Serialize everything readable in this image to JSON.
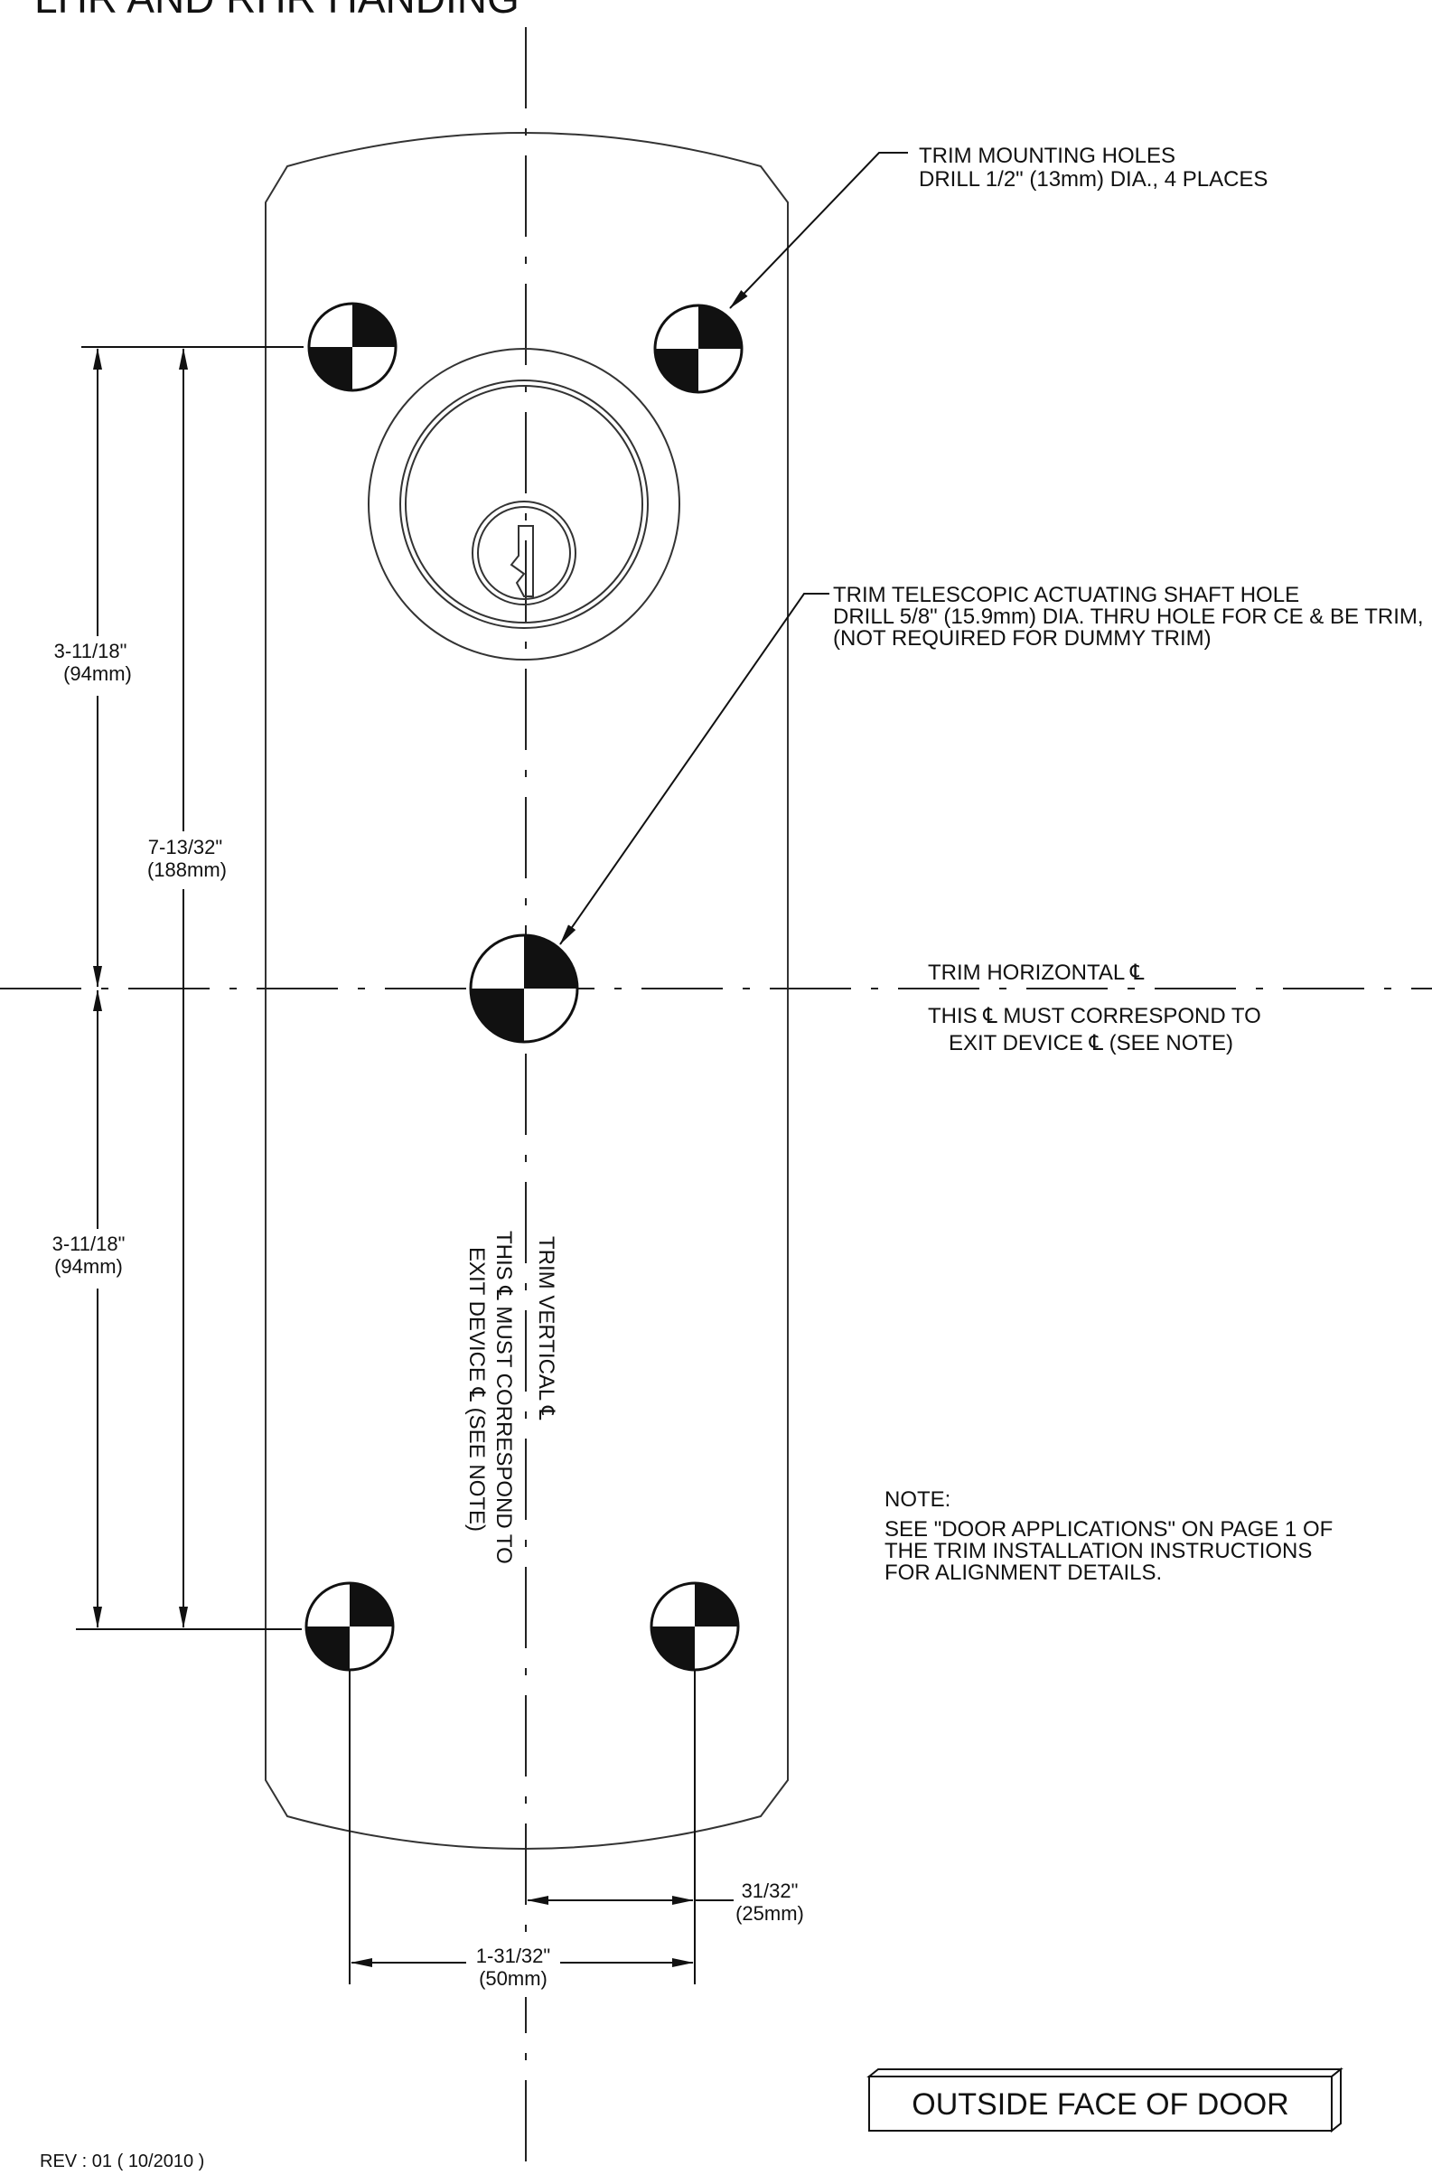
{
  "title": "LHR AND RHR HANDING",
  "callouts": {
    "mounting_holes": {
      "line1": "TRIM MOUNTING HOLES",
      "line2": "DRILL 1/2\" (13mm) DIA., 4 PLACES"
    },
    "shaft_hole": {
      "line1": "TRIM TELESCOPIC ACTUATING SHAFT HOLE",
      "line2": "DRILL 5/8\" (15.9mm) DIA. THRU HOLE FOR CE & BE TRIM,",
      "line3": "(NOT REQUIRED FOR DUMMY TRIM)"
    },
    "horizontal_cl": {
      "line1": "TRIM HORIZONTAL ℄",
      "line2": "THIS ℄ MUST CORRESPOND TO",
      "line3": "EXIT DEVICE ℄ (SEE NOTE)"
    },
    "vertical_cl": {
      "line1": "TRIM VERTICAL ℄",
      "line2": "THIS ℄ MUST CORRESPOND TO",
      "line3": "EXIT DEVICE ℄ (SEE NOTE)"
    }
  },
  "dimensions": {
    "upper_left": {
      "imperial": "3-11/18\"",
      "metric": "(94mm)"
    },
    "overall": {
      "imperial": "7-13/32\"",
      "metric": "(188mm)"
    },
    "lower_left": {
      "imperial": "3-11/18\"",
      "metric": "(94mm)"
    },
    "center_offset": {
      "imperial": "31/32\"",
      "metric": "(25mm)"
    },
    "hole_spacing": {
      "imperial": "1-31/32\"",
      "metric": "(50mm)"
    }
  },
  "note": {
    "heading": "NOTE:",
    "line1": "SEE \"DOOR APPLICATIONS\" ON PAGE 1 OF",
    "line2": "THE TRIM INSTALLATION INSTRUCTIONS",
    "line3": "FOR ALIGNMENT DETAILS."
  },
  "face_label": "OUTSIDE FACE OF DOOR",
  "revision": "REV : 01 ( 10/2010 )"
}
